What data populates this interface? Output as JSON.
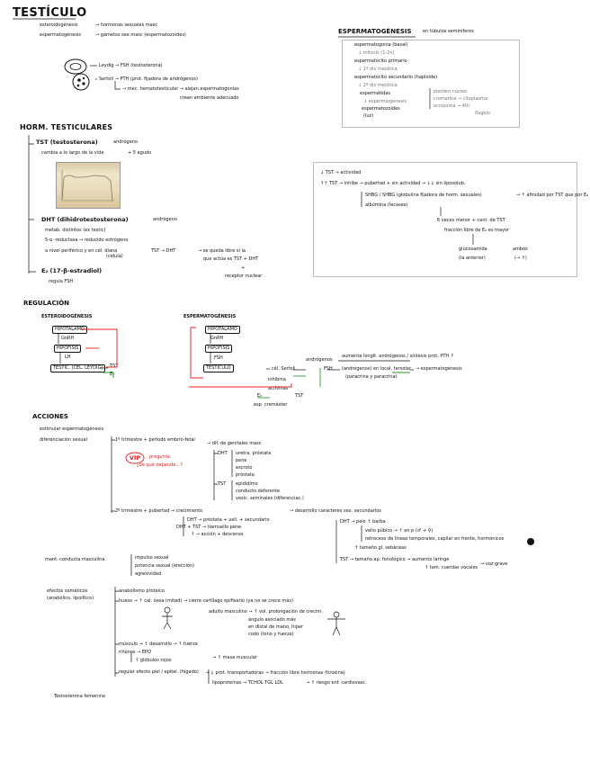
{
  "header": {
    "title": "TESTÍCULO"
  },
  "intro": {
    "line1_a": "esteroidogénesis",
    "line1_b": "→ hormonas sexuales masc",
    "line2_a": "espermatogénesis",
    "line2_b": "→ gametos sex.masc (espermatozoides)",
    "leydig": "Leydig → FSH (testosterona)",
    "sertoli": "Sertoli → PTH (prot. fijadora de andrógenos)",
    "sertoli2": "→ mec. hematotesticular → alejan espermatogonias",
    "sertoli3": "crean ambiente adecuado"
  },
  "spermato": {
    "title": "ESPERMATOGÉNESIS",
    "subtitle": "en túbulos seminíferos",
    "steps": [
      "espermatogonia (basal)",
      "↓ mitosis (1-2n)",
      "espermatocito primario",
      "↓ 1ª div meiótica",
      "espermatocito secundario (haploide)",
      "↓ 2ª div meiótica",
      "espermátidas",
      "↓ espermiogénesis",
      "espermatozoides",
      "(luz)"
    ],
    "side1": "pierden núcleo",
    "side2": "cromatina → citoplasma",
    "side3": "acrosoma → 4th",
    "side4": "flagelo"
  },
  "horm": {
    "title": "HORM. TESTICULARES",
    "tst": "TST (testosterona)",
    "tst_note": "andrógeno",
    "tst_line": "cambia a lo largo de la vida",
    "tst_line2": "+ 5 agudo",
    "dht": "DHT (dihidrotestosterona)",
    "dht_note": "andrógeno",
    "dht1": "metab. distintos (ex testic)",
    "dht2": "5-α -reductasa → reducido estrógeno",
    "dht3": "a nivel periférico y en cél. diana",
    "dht3b": "(célula)",
    "dht4": "TST → DHT",
    "dht5": "→ se queda libre si la",
    "dht6": "que actúa es TST + DHT",
    "dht7": "+",
    "dht8": "receptor nuclear",
    "e2": "E₂ (17-β-estradiol)",
    "e2_1": "regula FSH"
  },
  "panel": {
    "l1": "↓ TST → actividad",
    "l2": "↑↑ TST → inhibe → pubertad + sin actividad → ↓↓ sin liposolub.",
    "l3": "SHBG / SHBG (globulina fijadora de horm. sexuales)",
    "l4": "albúmina (lecasex)",
    "l5": "→ ↑ afinidad por TST que por E₂",
    "l6": "6 veces menor + cant. de TST",
    "l7": "fracción libre de E₂ es mayor",
    "l8": "glucosamida",
    "l9": "(la anterior)",
    "l10": "ambos",
    "l11": "(→ ↑)"
  },
  "reg": {
    "title": "REGULACIÓN",
    "left_title": "ESTEROIDOGÉNESIS",
    "right_title": "ESPERMATOGÉNESIS",
    "left_boxes": [
      "HIPOTÁLAMO",
      "HIPÓFISIS",
      "TESTÍC. (CEL. LEYDIG)"
    ],
    "left_labels": [
      "GnRH",
      "LH",
      "TST",
      "E₂"
    ],
    "right_boxes": [
      "HIPOTÁLAMO",
      "HIPÓFISIS",
      "TESTÍCULO"
    ],
    "right_labels": [
      "GnRH",
      "FSH"
    ],
    "sertoli": "cél. Sertoli",
    "inhibina": "inhibina",
    "activinas": "activinas",
    "andro": "andrógenos",
    "fsh": "FSH",
    "top_note": "aumenta longit. andrógenos / síntesis prot. PTH ↑",
    "sperm1": "(andrógenos) en local, tarsolar",
    "sperm2": "(paracrina y paracrina)",
    "sperm3": "→ espermatogénesis",
    "tst": "TST",
    "e2": "E₂",
    "esp": "esp. cremáster"
  },
  "actions": {
    "title": "ACCIONES",
    "l0": "estimular espermatogénesis",
    "dif": "diferenciación sexual",
    "t1": "1º trimestre + período embrio-fetal",
    "t1b": "→ dif. de genitales masc",
    "dht_items": [
      "uretra, próstata",
      "pene",
      "escroto",
      "próstata"
    ],
    "dht_lbl": "DHT",
    "tst_items": [
      "epidídimo",
      "conducto deferente",
      "vesíc. seminales (diferenciac.)"
    ],
    "tst_lbl": "TST",
    "vip": "VIP",
    "vip_q1": "pregunta:",
    "vip_q2": "¿de qué depende...?",
    "t2": "2º trimestre + pubertad → crecimiento",
    "t2a": "DHT → próstata + vell. + secundario",
    "t2b": "DHT + TST → tiamuello pene",
    "t2c": "↑ → acción + descenso",
    "t2d": "→ desarrollo caracteres sex. secundarios",
    "t3a": "DHT → pelo ↑ barba",
    "t3b": "vello púbico → ↑ en p (♂ + ♀)",
    "t3c": "retroceso de líneas temporales, capilar en frente, hormónicos",
    "t3d": "↑ tamaño gl. sebáceas",
    "t3e": "TST → tamaño ap. fonológico → aumento laringe",
    "t3f": "↑ tam. cuerdas vocales",
    "t3g": "→ voz grave",
    "conduct": "mant. conducta masculina",
    "conduct1": "impulso sexual",
    "conduct2": "potencia sexual (erección)",
    "conduct3": "agresividad",
    "soma": "efectos somáticos",
    "soma_sub": "(anabólico, lipolítico)",
    "s1": "anabolismo proteico",
    "s2": "hueso → ↑ cal. ósea (mitad) → cierre cartílago epifisario (ya no se crece más)",
    "s3": "adulto masculino → ↑ vol. prolongación de crecim.",
    "s4": "ángulo asociado más",
    "s5": "en distal de mano, hiper",
    "s6": "codo (tono y fuerza)",
    "s7": "músculo → ↑ desarrollo → ↑ fuerza",
    "s8": "riñones → EPO",
    "s9": "↑ glóbulos rojos",
    "s10": "→ ↑ masa muscular",
    "s11": "regular efecto piel / epitel. (hígado)",
    "s12": "→ ↓ prot. transportadoras → fracción libre hormonas (tiroxina)",
    "s13": "lipoproteínas → TCHOL TGL LDL",
    "s14": "→ ↑ riesgo enf. cardiovasc.",
    "fetal": "Testosterona femenina"
  }
}
